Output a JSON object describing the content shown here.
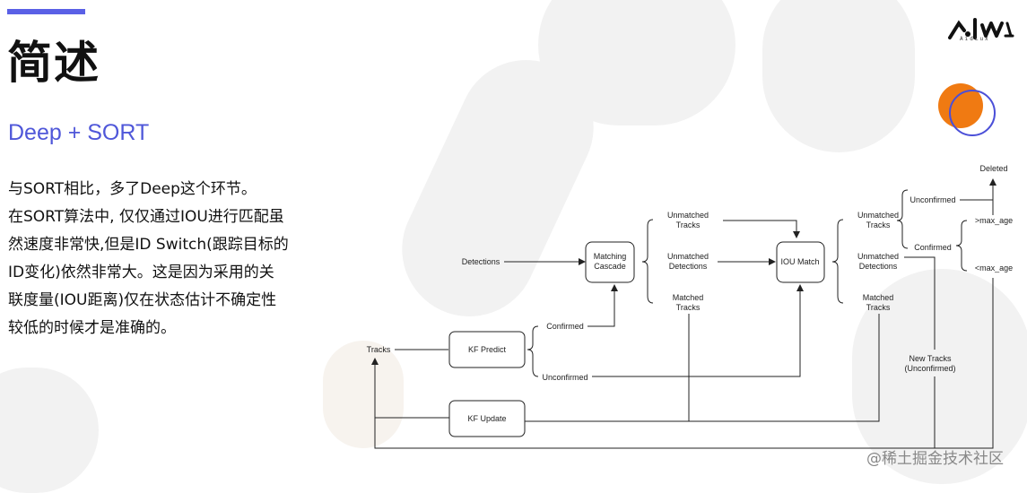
{
  "slide": {
    "title": "简述",
    "subtitle": "Deep + SORT",
    "body_lines": [
      "与SORT相比，多了Deep这个环节。",
      "在SORT算法中, 仅仅通过IOU进行匹配虽",
      "然速度非常快,但是ID Switch(跟踪目标的",
      "ID变化)依然非常大。这是因为采用的关",
      "联度量(IOU距离)仅在状态估计不确定性",
      "较低的时候才是准确的。"
    ],
    "logo_text": "AidLux",
    "watermark": "@稀土掘金技术社区"
  },
  "diagram": {
    "nodes": {
      "matching_cascade": [
        "Matching",
        "Cascade"
      ],
      "iou_match": "IOU Match",
      "kf_predict": "KF Predict",
      "kf_update": "KF Update"
    },
    "labels": {
      "detections": "Detections",
      "tracks": "Tracks",
      "confirmed": "Confirmed",
      "unconfirmed": "Unconfirmed",
      "unmatched_tracks_1": [
        "Unmatched",
        "Tracks"
      ],
      "unmatched_detections_1": [
        "Unmatched",
        "Detections"
      ],
      "matched_tracks_1": [
        "Matched",
        "Tracks"
      ],
      "unmatched_tracks_2": [
        "Unmatched",
        "Tracks"
      ],
      "unmatched_detections_2": [
        "Unmatched",
        "Detections"
      ],
      "matched_tracks_2": [
        "Matched",
        "Tracks"
      ],
      "unconfirmed_2": "Unconfirmed",
      "confirmed_2": "Confirmed",
      "deleted": "Deleted",
      "gt_max_age": ">max_age",
      "lt_max_age": "<max_age",
      "new_tracks": [
        "New Tracks",
        "(Unconfirmed)"
      ]
    }
  },
  "colors": {
    "accent": "#5a60e6",
    "subtitle": "#4f57d9",
    "orange": "#f07a12",
    "blue_ring": "#4b4fd8"
  }
}
